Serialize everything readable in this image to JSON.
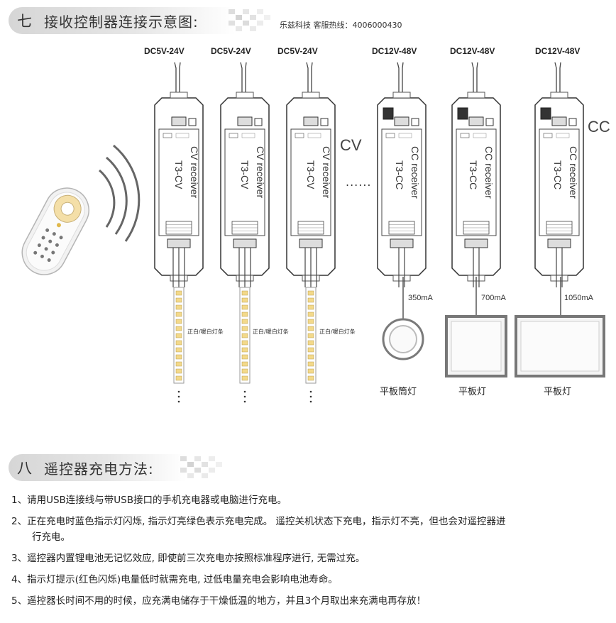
{
  "section7": {
    "num": "七",
    "title": "接收控制器连接示意图:"
  },
  "hotline": "乐兹科技 客服热线：4006000430",
  "receivers": [
    {
      "voltage": "DC5V-24V",
      "line1": "CV receiver",
      "line2": "T3-CV"
    },
    {
      "voltage": "DC5V-24V",
      "line1": "CV receiver",
      "line2": "T3-CV"
    },
    {
      "voltage": "DC5V-24V",
      "line1": "CV receiver",
      "line2": "T3-CV"
    },
    {
      "voltage": "DC12V-48V",
      "line1": "CC receiver",
      "line2": "T3-CC"
    },
    {
      "voltage": "DC12V-48V",
      "line1": "CC receiver",
      "line2": "T3-CC"
    },
    {
      "voltage": "DC12V-48V",
      "line1": "CC receiver",
      "line2": "T3-CC"
    }
  ],
  "cv_label": "CV",
  "cc_label": "CC",
  "ellipsis": "......",
  "strip_note": "正白/暖白灯条",
  "currents": [
    "350mA",
    "700mA",
    "1050mA"
  ],
  "lamps": [
    "平板筒灯",
    "平板灯",
    "平板灯"
  ],
  "section8": {
    "num": "八",
    "title": "遥控器充电方法:"
  },
  "items": [
    {
      "num": "1、",
      "text": "请用USB连接线与带USB接口的手机充电器或电脑进行充电。"
    },
    {
      "num": "2、",
      "text": "正在充电时蓝色指示灯闪烁, 指示灯亮绿色表示充电完成。 遥控关机状态下充电，指示灯不亮，但也会对遥控器进",
      "cont": "行充电。"
    },
    {
      "num": "3、",
      "text": "遥控器内置锂电池无记忆效应, 即使前三次充电亦按照标准程序进行, 无需过充。"
    },
    {
      "num": "4、",
      "text": "指示灯提示(红色闪烁)电量低时就需充电, 过低电量充电会影响电池寿命。"
    },
    {
      "num": "5、",
      "text": "遥控器长时间不用的时候，应充满电储存于干燥低温的地方，并且3个月取出来充满电再存放！"
    }
  ],
  "colors": {
    "header_bar": "#d6d6d6",
    "receiver_stroke": "#333333",
    "strip_led": "#f3d98a"
  }
}
